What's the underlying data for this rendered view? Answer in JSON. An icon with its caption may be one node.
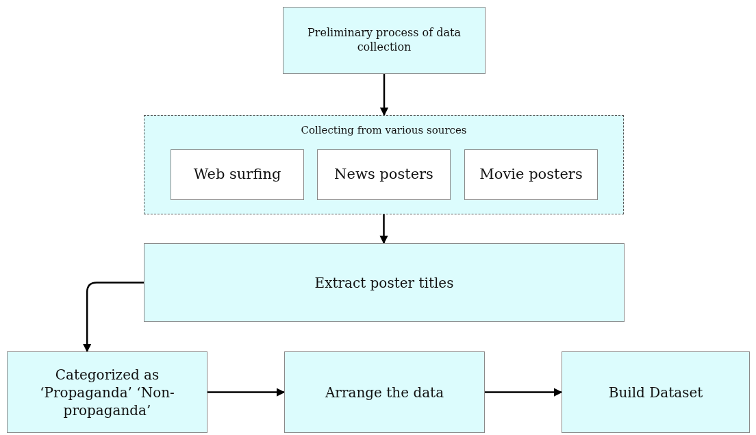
{
  "diagram": {
    "nodes": [
      {
        "text": [
          "Preliminary process of data collection"
        ]
      },
      {
        "text": [
          "Collecting from various sources"
        ]
      },
      {
        "text": [
          "Web surfing"
        ],
        "in": 1
      },
      {
        "text": [
          "News posters"
        ],
        "in": 1
      },
      {
        "text": [
          "Movie posters"
        ],
        "in": 1
      },
      {
        "text": [
          "Extract poster titles"
        ]
      },
      {
        "text": [
          "Categorized as ‘Propaganda’ ‘Non-propaganda’"
        ]
      },
      {
        "text": [
          "Arrange the data"
        ]
      },
      {
        "text": [
          "Build Dataset"
        ]
      }
    ],
    "edges": [
      {
        "from": 0,
        "to": 1,
        "arrow": "to"
      },
      {
        "from": 1,
        "to": 5,
        "arrow": "to"
      },
      {
        "from": 5,
        "to": 6,
        "arrow": "to"
      },
      {
        "from": 6,
        "to": 7,
        "arrow": "to"
      },
      {
        "from": 7,
        "to": 8,
        "arrow": "to"
      }
    ]
  }
}
